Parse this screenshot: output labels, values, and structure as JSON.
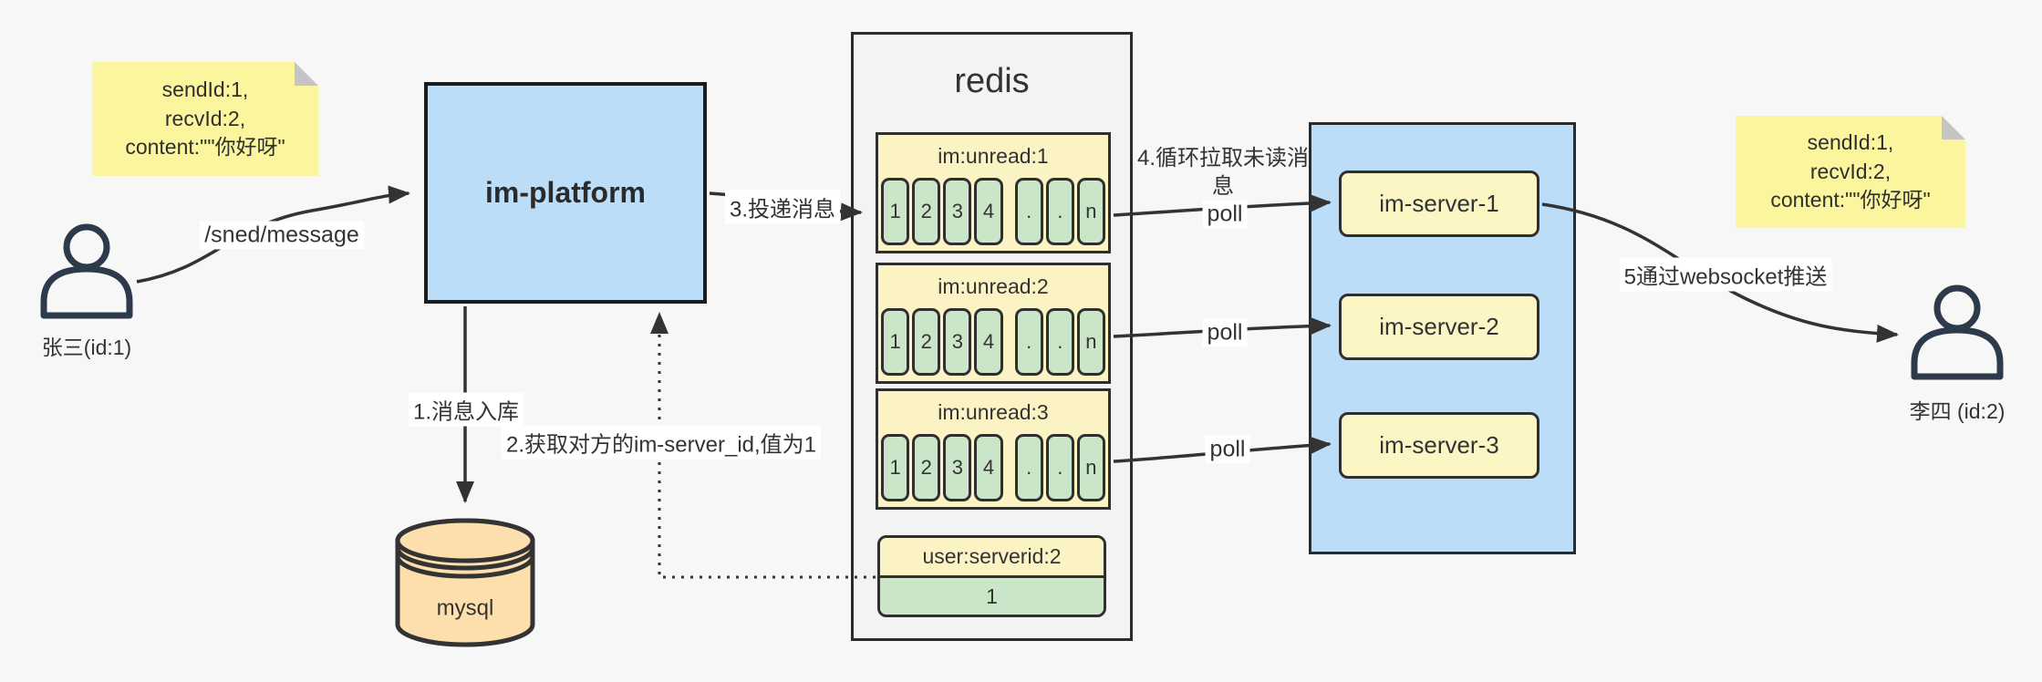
{
  "colors": {
    "background": "#f7f7f7",
    "box_blue": "#bbddf8",
    "note_yellow": "#fbf59e",
    "pale_yellow": "#fbf3c4",
    "cell_green": "#cbe5c9",
    "db_orange": "#fcdfad",
    "panel_gray": "#f3f3f3",
    "line": "#333333",
    "actor_stroke": "#2d3a4b"
  },
  "notes": {
    "sender": {
      "lines": [
        "sendId:1,",
        "recvId:2,",
        "content:\"\"你好呀\""
      ]
    },
    "receiver": {
      "lines": [
        "sendId:1,",
        "recvId:2,",
        "content:\"\"你好呀\""
      ]
    }
  },
  "actors": {
    "sender": {
      "label": "张三(id:1)"
    },
    "receiver": {
      "label": "李四 (id:2)"
    }
  },
  "platform": {
    "label": "im-platform"
  },
  "database": {
    "label": "mysql"
  },
  "redis": {
    "title": "redis",
    "lists": [
      {
        "key": "im:unread:1",
        "cells": [
          "1",
          "2",
          "3",
          "4",
          ".",
          ".",
          "n"
        ]
      },
      {
        "key": "im:unread:2",
        "cells": [
          "1",
          "2",
          "3",
          "4",
          ".",
          ".",
          "n"
        ]
      },
      {
        "key": "im:unread:3",
        "cells": [
          "1",
          "2",
          "3",
          "4",
          ".",
          ".",
          "n"
        ]
      }
    ],
    "kv": {
      "key": "user:serverid:2",
      "value": "1"
    }
  },
  "cluster": {
    "servers": [
      {
        "label": "im-server-1"
      },
      {
        "label": "im-server-2"
      },
      {
        "label": "im-server-3"
      }
    ]
  },
  "edges": {
    "send": "/sned/message",
    "step1": "1.消息入库",
    "step2": "2.获取对方的im-server_id,值为1",
    "step3": "3.投递消息",
    "step4": "4.循环拉取未读消息",
    "step5": "5通过websocket推送",
    "poll": "poll"
  }
}
